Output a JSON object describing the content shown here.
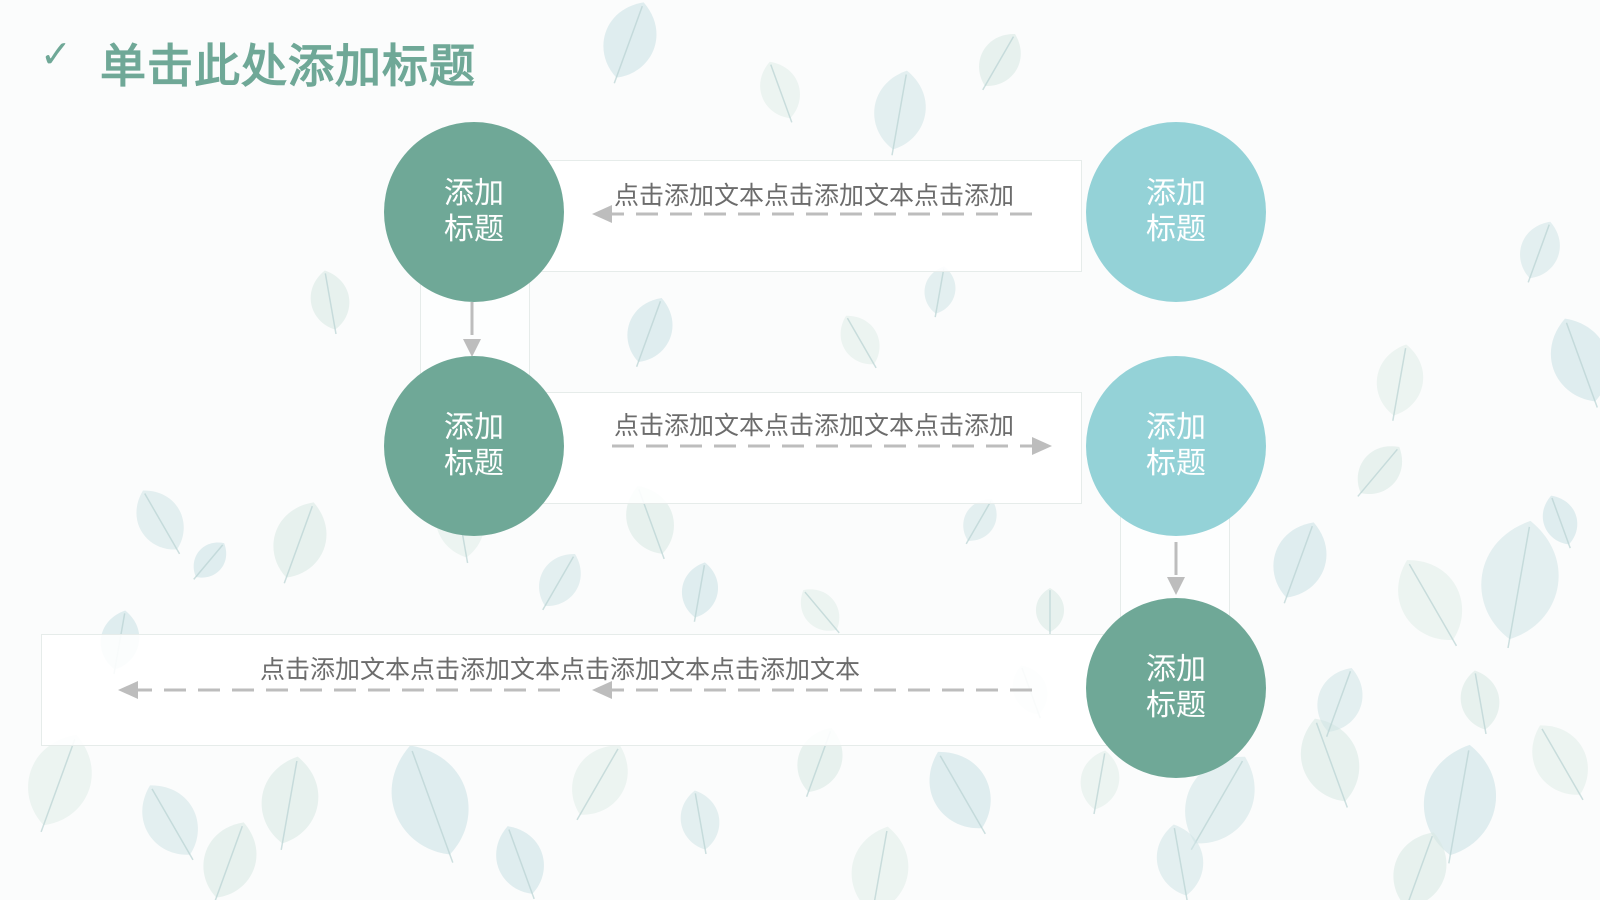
{
  "slide": {
    "title": "单击此处添加标题",
    "title_mark": "✓",
    "accent_color": "#6fa897",
    "secondary_color": "#94d2d7"
  },
  "nodes": {
    "n1": [
      "添加",
      "标题"
    ],
    "n2": [
      "添加",
      "标题"
    ],
    "n3": [
      "添加",
      "标题"
    ],
    "n4": [
      "添加",
      "标题"
    ],
    "n5": [
      "添加",
      "标题"
    ]
  },
  "captions": {
    "row1": "点击添加文本点击添加文本点击添加",
    "row2": "点击添加文本点击添加文本点击添加",
    "row3": "点击添加文本点击添加文本点击添加文本点击添加文本"
  },
  "background": "leaf-pattern"
}
